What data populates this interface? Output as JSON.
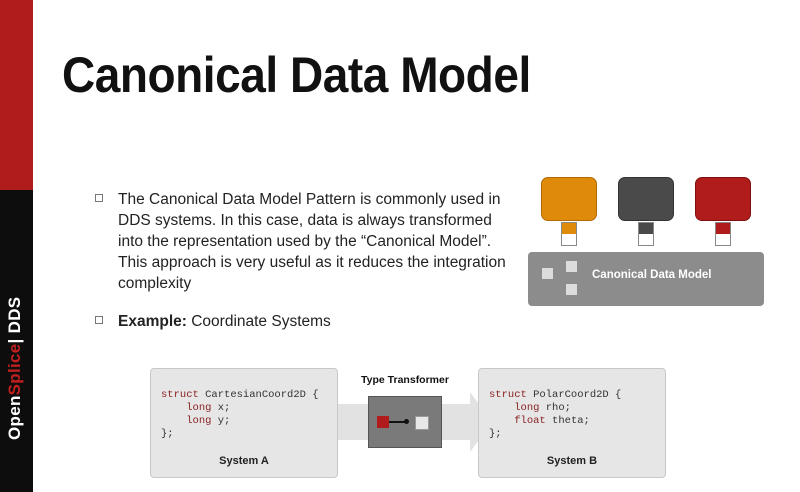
{
  "slide": {
    "title": "Canonical Data Model",
    "brand": {
      "part1": "Open",
      "part2": "Splice",
      "part3": "| DDS"
    },
    "bullets": [
      {
        "text": "The Canonical Data Model Pattern is commonly used in DDS systems. In this case, data is always transformed into the representation used by the “Canonical Model”. This approach is very useful as it reduces the integration complexity"
      },
      {
        "label": "Example:",
        "text": " Coordinate Systems"
      }
    ]
  },
  "canonical_diagram": {
    "label": "Canonical Data Model",
    "system_colors": [
      "#e08a0b",
      "#4a4a4a",
      "#b01c1c"
    ]
  },
  "transform_diagram": {
    "transformer_label": "Type Transformer",
    "system_a": {
      "label": "System A",
      "code": [
        "struct CartesianCoord2D {",
        "    long x;",
        "    long y;",
        "};"
      ]
    },
    "system_b": {
      "label": "System B",
      "code": [
        "struct PolarCoord2D {",
        "    long rho;",
        "    float theta;",
        "};"
      ]
    }
  }
}
